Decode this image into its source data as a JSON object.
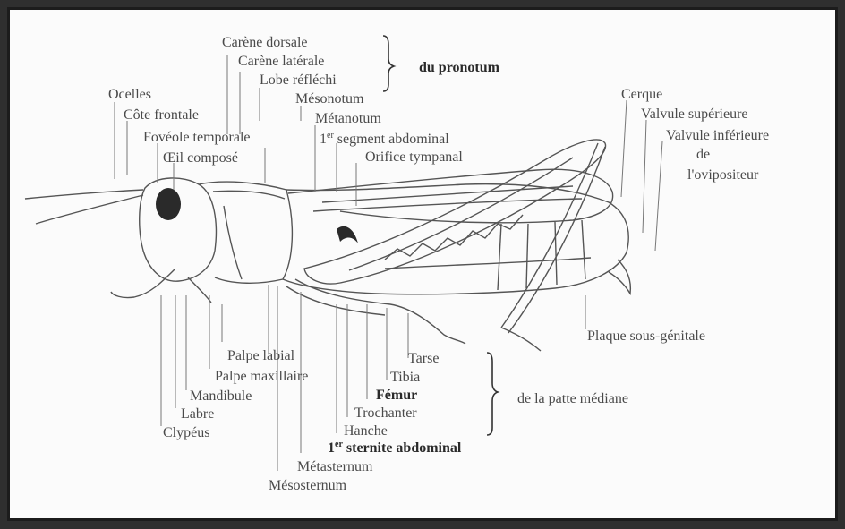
{
  "diagram": {
    "labels": {
      "carene_dorsale": "Carène dorsale",
      "carene_laterale": "Carène latérale",
      "lobe_reflechi": "Lobe réfléchi",
      "du_pronotum": "du pronotum",
      "ocelles": "Ocelles",
      "cote_frontale": "Côte frontale",
      "foveole_temporale": "Fovéole temporale",
      "oeil_compose": "Œil composé",
      "mesonotum": "Mésonotum",
      "metanotum": "Métanotum",
      "segment_abdominal_num": "1",
      "segment_abdominal_sup": "er",
      "segment_abdominal_text": " segment abdominal",
      "orifice_tympanal": "Orifice tympanal",
      "cerque": "Cerque",
      "valvule_superieure": "Valvule supérieure",
      "valvule_inferieure": "Valvule inférieure",
      "de": "de",
      "ovipositeur": "l'ovipositeur",
      "plaque_sous_genitale": "Plaque sous-génitale",
      "palpe_labial": "Palpe labial",
      "palpe_maxillaire": "Palpe maxillaire",
      "mandibule": "Mandibule",
      "labre": "Labre",
      "clypeus": "Clypéus",
      "tarse": "Tarse",
      "tibia": "Tibia",
      "femur": "Fémur",
      "trochanter": "Trochanter",
      "hanche": "Hanche",
      "de_la_patte_mediane": "de la patte médiane",
      "sternite_num": "1",
      "sternite_sup": "er",
      "sternite_text": " sternite abdominal",
      "metasternum": "Métasternum",
      "mesosternum": "Mésosternum"
    }
  }
}
